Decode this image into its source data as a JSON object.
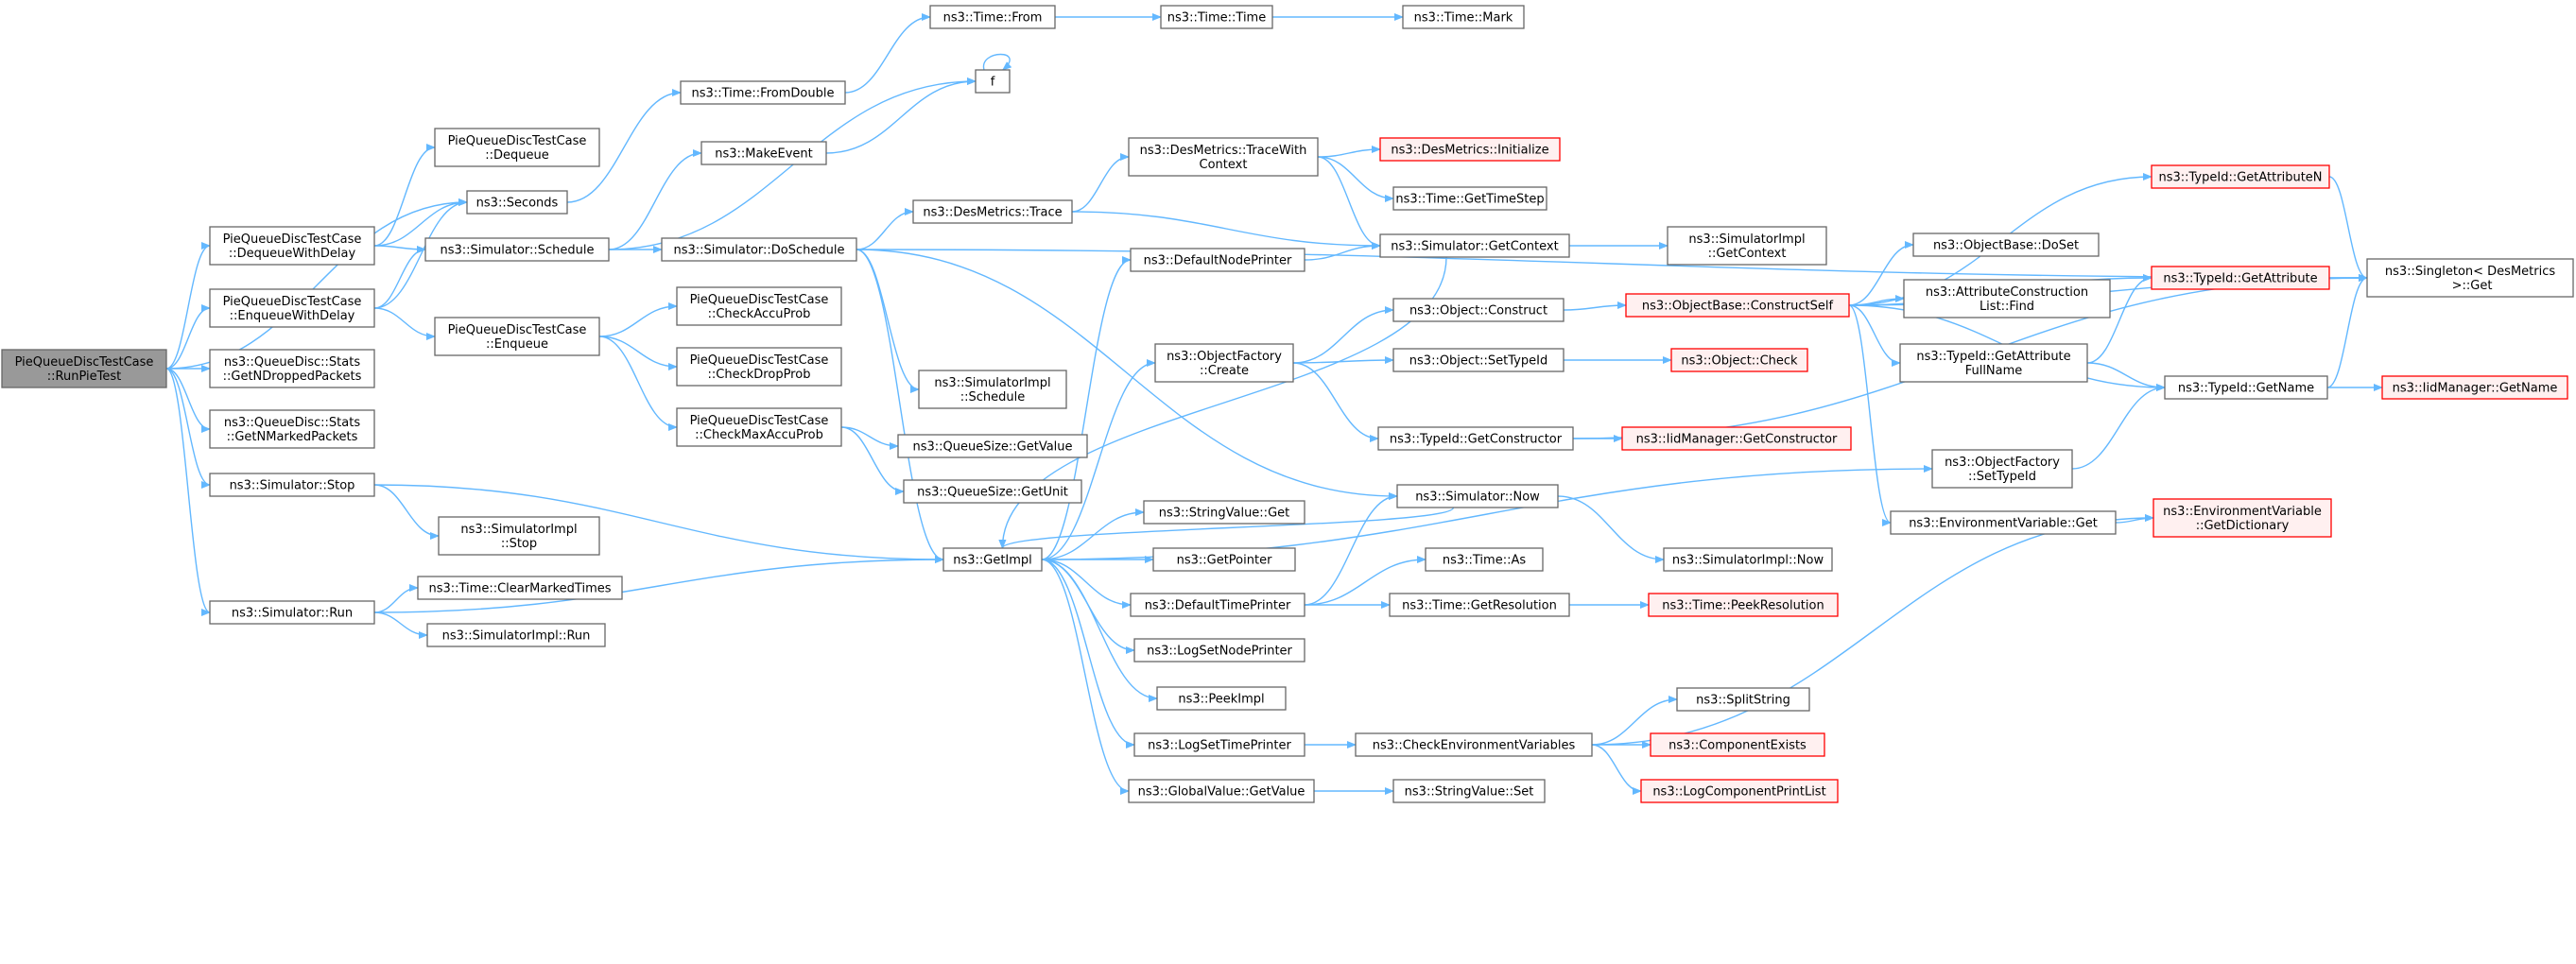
{
  "colors": {
    "edge": "#63b8ff",
    "node_fill": "#ffffff",
    "node_stroke": "#666666",
    "root_fill": "#999999",
    "root_stroke": "#666666",
    "truncated_fill": "#fff0f0",
    "truncated_stroke": "#ff0000"
  },
  "nodes": {
    "run_pie_test": "PieQueueDiscTestCase\n::RunPieTest",
    "dequeue_with_delay": "PieQueueDiscTestCase\n::DequeueWithDelay",
    "enqueue_with_delay": "PieQueueDiscTestCase\n::EnqueueWithDelay",
    "get_n_dropped_packets": "ns3::QueueDisc::Stats\n::GetNDroppedPackets",
    "get_n_marked_packets": "ns3::QueueDisc::Stats\n::GetNMarkedPackets",
    "simulator_stop": "ns3::Simulator::Stop",
    "simulator_run": "ns3::Simulator::Run",
    "pie_dequeue": "PieQueueDiscTestCase\n::Dequeue",
    "seconds": "ns3::Seconds",
    "simulator_schedule": "ns3::Simulator::Schedule",
    "pie_enqueue": "PieQueueDiscTestCase\n::Enqueue",
    "simulator_impl_stop": "ns3::SimulatorImpl\n::Stop",
    "time_clear_marked_times": "ns3::Time::ClearMarkedTimes",
    "simulator_impl_run": "ns3::SimulatorImpl::Run",
    "time_from_double": "ns3::Time::FromDouble",
    "make_event": "ns3::MakeEvent",
    "simulator_do_schedule": "ns3::Simulator::DoSchedule",
    "check_accu_prob": "PieQueueDiscTestCase\n::CheckAccuProb",
    "check_drop_prob": "PieQueueDiscTestCase\n::CheckDropProb",
    "check_max_accu_prob": "PieQueueDiscTestCase\n::CheckMaxAccuProb",
    "time_from": "ns3::Time::From",
    "f": "f",
    "des_metrics_trace": "ns3::DesMetrics::Trace",
    "simulator_impl_schedule": "ns3::SimulatorImpl\n::Schedule",
    "queue_size_get_value": "ns3::QueueSize::GetValue",
    "queue_size_get_unit": "ns3::QueueSize::GetUnit",
    "get_impl": "ns3::GetImpl",
    "time_time": "ns3::Time::Time",
    "trace_with_context": "ns3::DesMetrics::TraceWith\nContext",
    "default_node_printer": "ns3::DefaultNodePrinter",
    "object_factory_create": "ns3::ObjectFactory\n::Create",
    "string_value_get": "ns3::StringValue::Get",
    "get_pointer": "ns3::GetPointer",
    "default_time_printer": "ns3::DefaultTimePrinter",
    "log_set_node_printer": "ns3::LogSetNodePrinter",
    "peek_impl": "ns3::PeekImpl",
    "log_set_time_printer": "ns3::LogSetTimePrinter",
    "global_value_get_value": "ns3::GlobalValue::GetValue",
    "time_mark": "ns3::Time::Mark",
    "des_metrics_initialize": "ns3::DesMetrics::Initialize",
    "time_get_time_step": "ns3::Time::GetTimeStep",
    "simulator_get_context": "ns3::Simulator::GetContext",
    "object_construct": "ns3::Object::Construct",
    "object_set_type_id": "ns3::Object::SetTypeId",
    "type_id_get_constructor": "ns3::TypeId::GetConstructor",
    "simulator_now": "ns3::Simulator::Now",
    "time_as": "ns3::Time::As",
    "time_get_resolution": "ns3::Time::GetResolution",
    "check_environment_variables": "ns3::CheckEnvironmentVariables",
    "string_value_set": "ns3::StringValue::Set",
    "simulator_impl_get_context": "ns3::SimulatorImpl\n::GetContext",
    "object_base_construct_self": "ns3::ObjectBase::ConstructSelf",
    "object_check": "ns3::Object::Check",
    "iid_manager_get_constructor": "ns3::IidManager::GetConstructor",
    "simulator_impl_now": "ns3::SimulatorImpl::Now",
    "time_peek_resolution": "ns3::Time::PeekResolution",
    "split_string": "ns3::SplitString",
    "component_exists": "ns3::ComponentExists",
    "log_component_print_list": "ns3::LogComponentPrintList",
    "object_base_do_set": "ns3::ObjectBase::DoSet",
    "attribute_construction_list_find": "ns3::AttributeConstruction\nList::Find",
    "type_id_get_attribute_full_name": "ns3::TypeId::GetAttribute\nFullName",
    "object_factory_set_type_id": "ns3::ObjectFactory\n::SetTypeId",
    "environment_variable_get": "ns3::EnvironmentVariable::Get",
    "type_id_get_attribute_n": "ns3::TypeId::GetAttributeN",
    "type_id_get_attribute": "ns3::TypeId::GetAttribute",
    "type_id_get_name": "ns3::TypeId::GetName",
    "environment_variable_get_dictionary": "ns3::EnvironmentVariable\n::GetDictionary",
    "singleton_get": "ns3::Singleton< DesMetrics\n >::Get",
    "iid_manager_get_name": "ns3::IidManager::GetName"
  }
}
